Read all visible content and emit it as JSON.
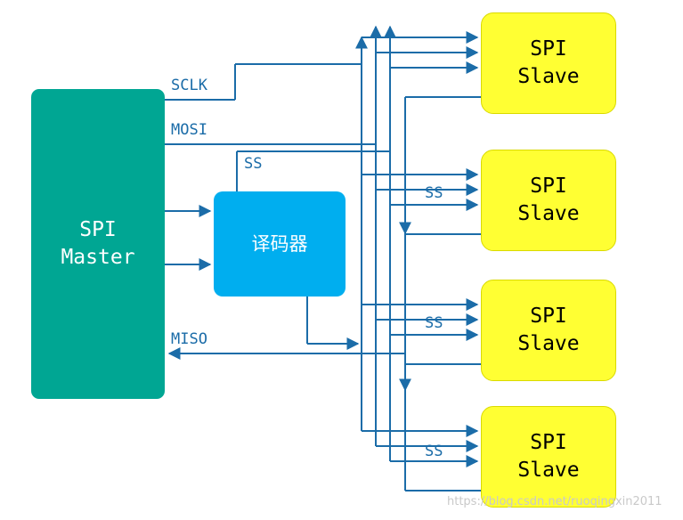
{
  "master": {
    "line1": "SPI",
    "line2": "Master"
  },
  "decoder": {
    "label": "译码器"
  },
  "slaves": [
    {
      "line1": "SPI",
      "line2": "Slave"
    },
    {
      "line1": "SPI",
      "line2": "Slave"
    },
    {
      "line1": "SPI",
      "line2": "Slave"
    },
    {
      "line1": "SPI",
      "line2": "Slave"
    }
  ],
  "signal_labels": {
    "sclk": "SCLK",
    "mosi": "MOSI",
    "ss_decoder": "SS",
    "miso": "MISO"
  },
  "slave_ss_labels": [
    "SS",
    "SS",
    "SS"
  ],
  "colors": {
    "master_fill": "#00A693",
    "decoder_fill": "#00AEEF",
    "slave_fill": "#FFFF33",
    "slave_border": "#DADA00",
    "wire": "#1B6CA8",
    "watermark": "#C9C9C9"
  },
  "watermark": "https://blog.csdn.net/ruoqingxin2011"
}
